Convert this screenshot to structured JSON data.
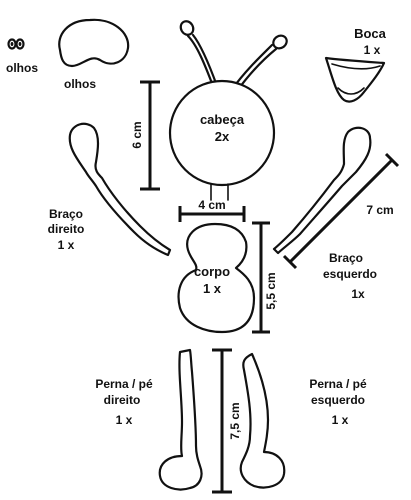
{
  "pieces": {
    "eyes_label": "olhos",
    "eyes_cutout_label": "olhos",
    "mouth_title": "Boca",
    "mouth_qty": "1 x",
    "head_title": "cabeça",
    "head_qty": "2x",
    "body_title": "corpo",
    "body_qty": "1 x",
    "arm_right_line1": "Braço",
    "arm_right_line2": "direito",
    "arm_right_qty": "1 x",
    "arm_left_line1": "Braço",
    "arm_left_line2": "esquerdo",
    "arm_left_qty": "1x",
    "leg_right_line1": "Perna / pé",
    "leg_right_line2": "direito",
    "leg_right_qty": "1 x",
    "leg_left_line1": "Perna / pé",
    "leg_left_line2": "esquerdo",
    "leg_left_qty": "1 x"
  },
  "measurements": {
    "head_height": "6 cm",
    "neck_width": "4 cm",
    "arm_length": "7 cm",
    "body_height": "5,5 cm",
    "leg_length": "7,5 cm"
  }
}
